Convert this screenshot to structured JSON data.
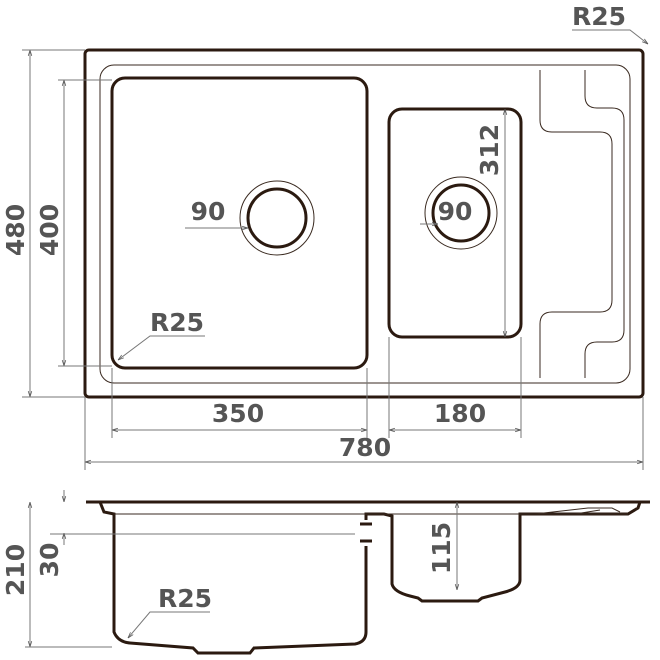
{
  "top_view": {
    "corner_radius_label": "R25",
    "overall_width": "780",
    "overall_depth": "480",
    "bowl_depth": "400",
    "main_bowl_width": "350",
    "small_bowl_width": "180",
    "small_bowl_length": "312",
    "main_drain": "90",
    "small_drain": "90",
    "bowl_radius_label": "R25"
  },
  "side_view": {
    "total_height": "210",
    "overflow_offset": "30",
    "small_bowl_height": "115",
    "bottom_radius_label": "R25"
  },
  "colors": {
    "outline": "#2b1a10",
    "text": "#555555"
  }
}
